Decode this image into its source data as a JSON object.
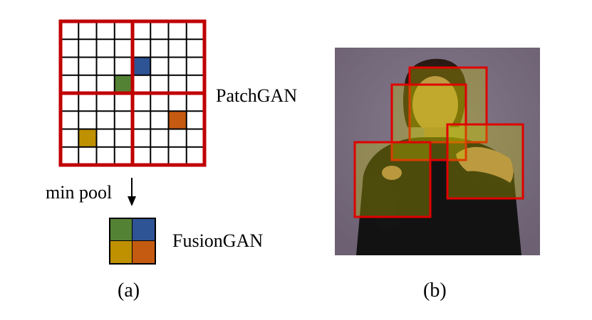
{
  "panel_a": {
    "patchgan_label": "PatchGAN",
    "minpool_label": "min pool",
    "fusiongan_label": "FusionGAN",
    "caption": "(a)",
    "grid": {
      "cells_per_side": 8,
      "quadrant_split": 4,
      "highlighted_cells": [
        {
          "row": 2,
          "col": 4,
          "color": "#2f5496"
        },
        {
          "row": 3,
          "col": 3,
          "color": "#548235"
        },
        {
          "row": 5,
          "col": 6,
          "color": "#c55a11"
        },
        {
          "row": 6,
          "col": 1,
          "color": "#bf9000"
        }
      ]
    },
    "fusion_cells": [
      "#548235",
      "#2f5496",
      "#bf9000",
      "#c55a11"
    ],
    "colors": {
      "quadrant_border": "#c00000",
      "grid_line": "#000000"
    }
  },
  "panel_b": {
    "caption": "(b)",
    "box_color": "#e00000",
    "background_color": "#7a6e80"
  }
}
